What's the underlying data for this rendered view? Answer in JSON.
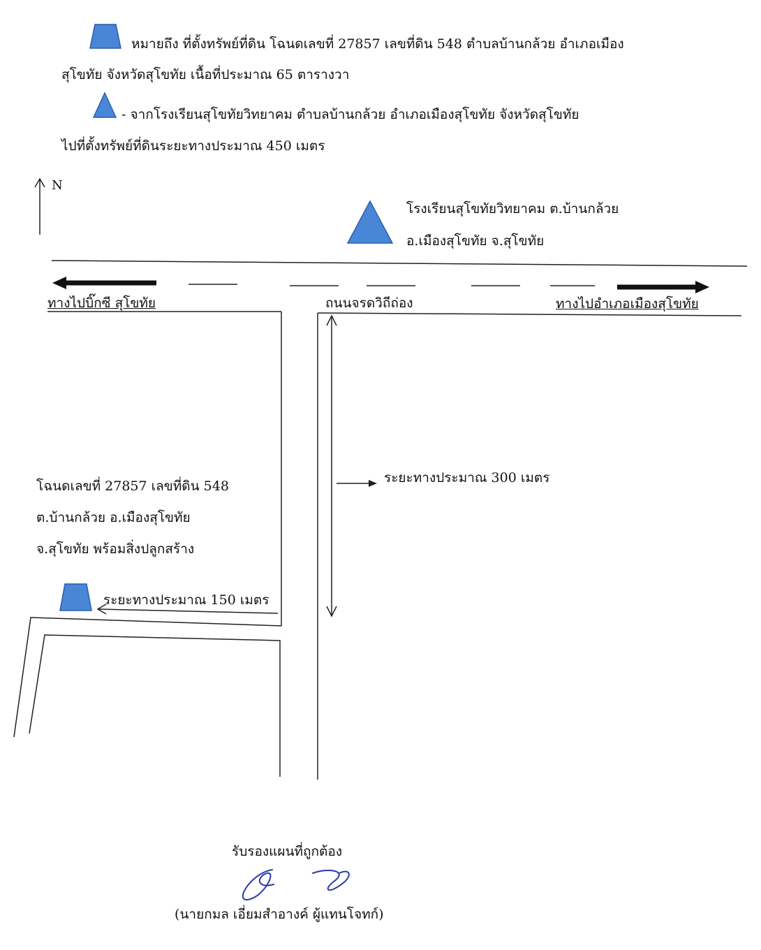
{
  "legend": {
    "land_marker_line1": "หมายถึง ที่ตั้งทรัพย์ที่ดิน โฉนดเลขที่ 27857 เลขที่ดิน 548 ตำบลบ้านกล้วย อำเภอเมือง",
    "land_marker_line2": "สุโขทัย จังหวัดสุโขทัย เนื้อที่ประมาณ 65 ตารางวา",
    "school_marker_line1": "- จากโรงเรียนสุโขทัยวิทยาคม ตำบลบ้านกล้วย อำเภอเมืองสุโขทัย จังหวัดสุโขทัย",
    "school_marker_line2": "ไปที่ตั้งทรัพย์ที่ดินระยะทางประมาณ 450 เมตร"
  },
  "compass": {
    "label": "N"
  },
  "school": {
    "line1": "โรงเรียนสุโขทัยวิทยาคม ต.บ้านกล้วย",
    "line2": "อ.เมืองสุโขทัย จ.สุโขทัย"
  },
  "roads": {
    "to_west": "ทางไปบิ๊กซี สุโขทัย",
    "main_road": "ถนนจรดวิถีถ่อง",
    "to_east": "ทางไปอำเภอเมืองสุโขทัย"
  },
  "distances": {
    "vertical": "ระยะทางประมาณ 300 เมตร",
    "horizontal": "ระยะทางประมาณ 150 เมตร"
  },
  "parcel": {
    "line1": "โฉนดเลขที่ 27857 เลขที่ดิน 548",
    "line2": "ต.บ้านกล้วย อ.เมืองสุโขทัย",
    "line3": "จ.สุโขทัย พร้อมสิ่งปลูกสร้าง"
  },
  "certification": {
    "title": "รับรองแผนที่ถูกต้อง",
    "signer": "(นายกมล เอี่ยมสำอางค์ ผู้แทนโจทก์)"
  },
  "colors": {
    "marker_fill": "#4a86d8",
    "marker_stroke": "#2a5fa8",
    "signature_ink": "#2a3aa8",
    "line": "#222222"
  }
}
